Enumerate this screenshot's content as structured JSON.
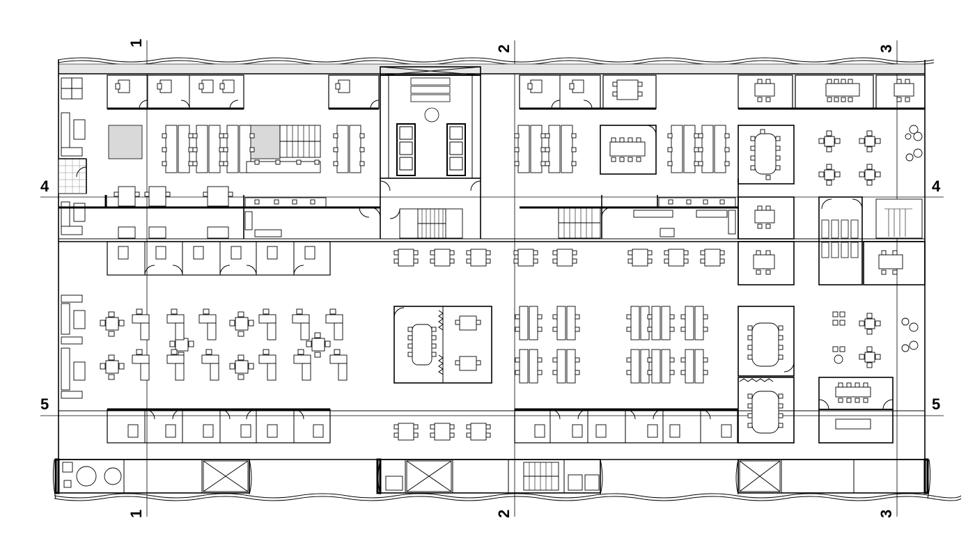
{
  "drawing": {
    "type": "architectural-floor-plan"
  },
  "grid_axes": {
    "vertical": [
      {
        "label": "1"
      },
      {
        "label": "2"
      },
      {
        "label": "3"
      }
    ],
    "horizontal": [
      {
        "label": "4"
      },
      {
        "label": "5"
      }
    ]
  },
  "icons": {
    "stair": "stair-icon",
    "elevator": "elevator-shaft-icon",
    "desk": "desk-icon",
    "chair": "chair-icon",
    "meeting_table": "meeting-table-icon",
    "door": "door-swing-icon"
  }
}
